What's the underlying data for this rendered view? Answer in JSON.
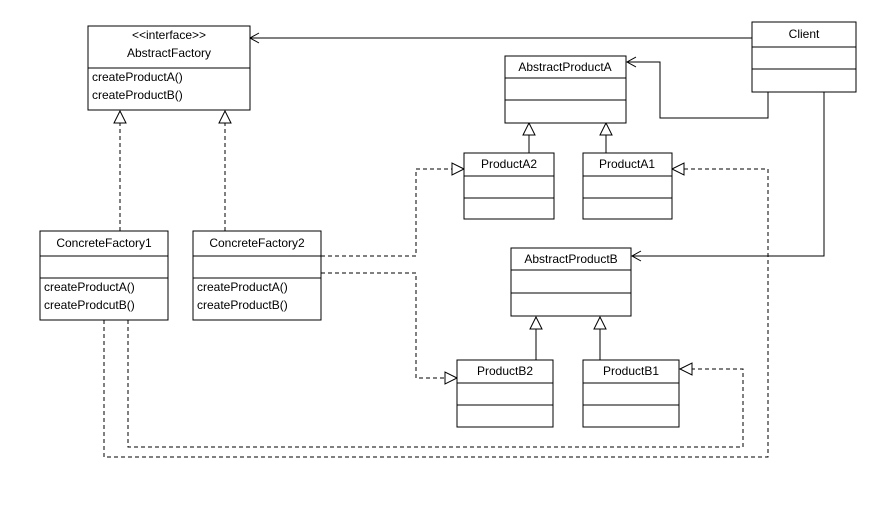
{
  "classes": {
    "abstract_factory": {
      "stereotype": "<<interface>>",
      "name": "AbstractFactory",
      "ops": [
        "createProductA()",
        "createProductB()"
      ]
    },
    "client": {
      "name": "Client"
    },
    "abstract_product_a": {
      "name": "AbstractProductA"
    },
    "product_a2": {
      "name": "ProductA2"
    },
    "product_a1": {
      "name": "ProductA1"
    },
    "concrete_factory1": {
      "name": "ConcreteFactory1",
      "ops": [
        "createProductA()",
        "createProdcutB()"
      ]
    },
    "concrete_factory2": {
      "name": "ConcreteFactory2",
      "ops": [
        "createProductA()",
        "createProductB()"
      ]
    },
    "abstract_product_b": {
      "name": "AbstractProductB"
    },
    "product_b2": {
      "name": "ProductB2"
    },
    "product_b1": {
      "name": "ProductB1"
    }
  }
}
